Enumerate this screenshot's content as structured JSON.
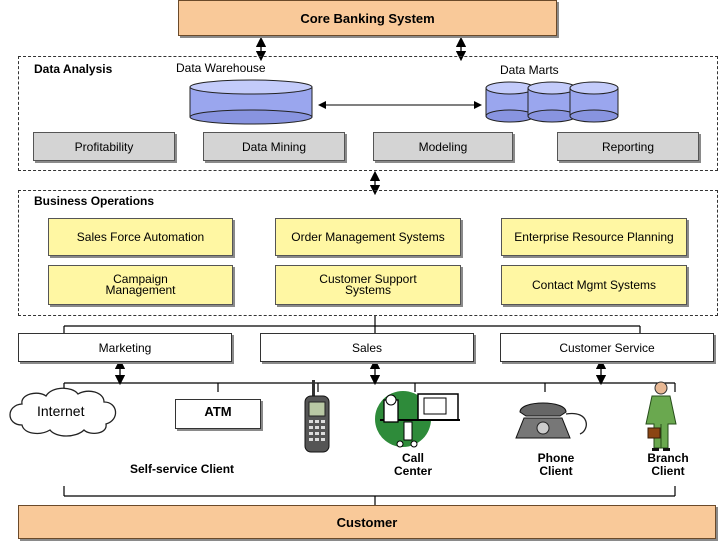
{
  "core_banking": "Core Banking System",
  "data_analysis": {
    "section_label": "Data Analysis",
    "warehouse_label": "Data Warehouse",
    "marts_label": "Data Marts",
    "tools": [
      "Profitability",
      "Data Mining",
      "Modeling",
      "Reporting"
    ]
  },
  "business_operations": {
    "section_label": "Business Operations",
    "systems": [
      "Sales Force Automation",
      "Order Management Systems",
      "Enterprise Resource Planning",
      "Campaign Management",
      "Customer Support Systems",
      "Contact Mgmt Systems"
    ]
  },
  "channels_functions": [
    "Marketing",
    "Sales",
    "Customer Service"
  ],
  "clients": {
    "internet": "Internet",
    "atm": "ATM",
    "self_service": "Self-service Client",
    "call_center": "Call Center",
    "phone_client": "Phone Client",
    "branch_client": "Branch Client"
  },
  "customer": "Customer",
  "colors": {
    "orange": "#f9c999",
    "yellow": "#fff7a3",
    "gray": "#d4d4d4",
    "cylinder": "#9aa6ee",
    "phone_green": "#2e8b3a",
    "teller_green": "#6aa84f"
  },
  "icons": [
    "cloud-icon",
    "mobile-phone-icon",
    "call-center-icon",
    "desk-phone-icon",
    "businessman-icon"
  ]
}
